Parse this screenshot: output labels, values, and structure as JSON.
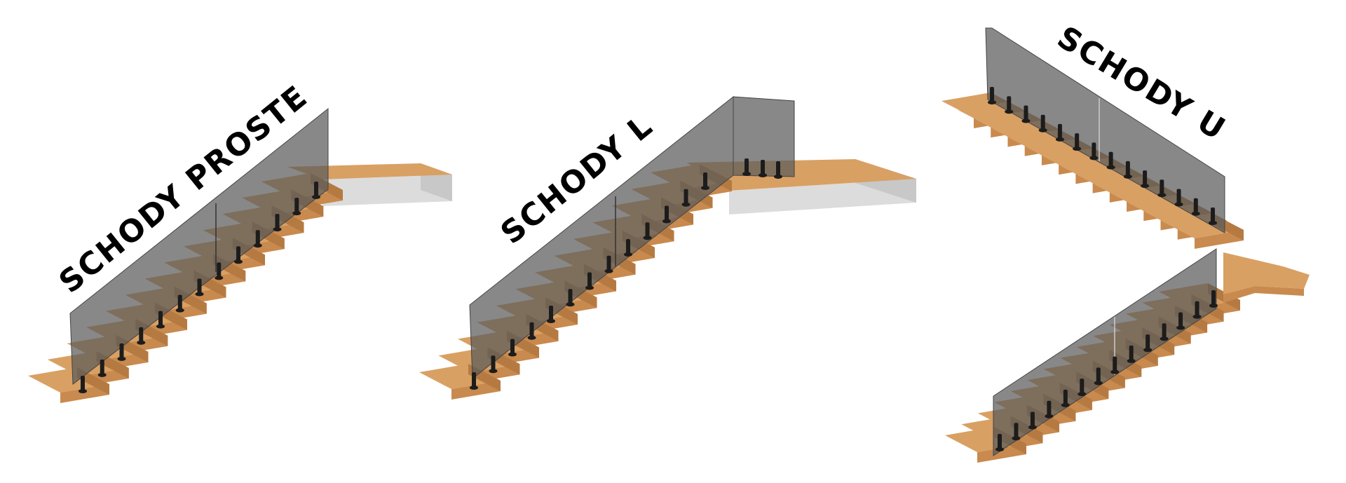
{
  "labels": {
    "straight": "SCHODY PROSTE",
    "l_shaped": "SCHODY  L",
    "u_shaped": "SCHODY  U"
  },
  "colors": {
    "tread_top": "#d9a063",
    "tread_front": "#c88a4e",
    "tread_side": "#b57a42",
    "glass": "#5a5a5a",
    "post": "#1c1c1c",
    "landing_side": "#dcdcdc"
  }
}
